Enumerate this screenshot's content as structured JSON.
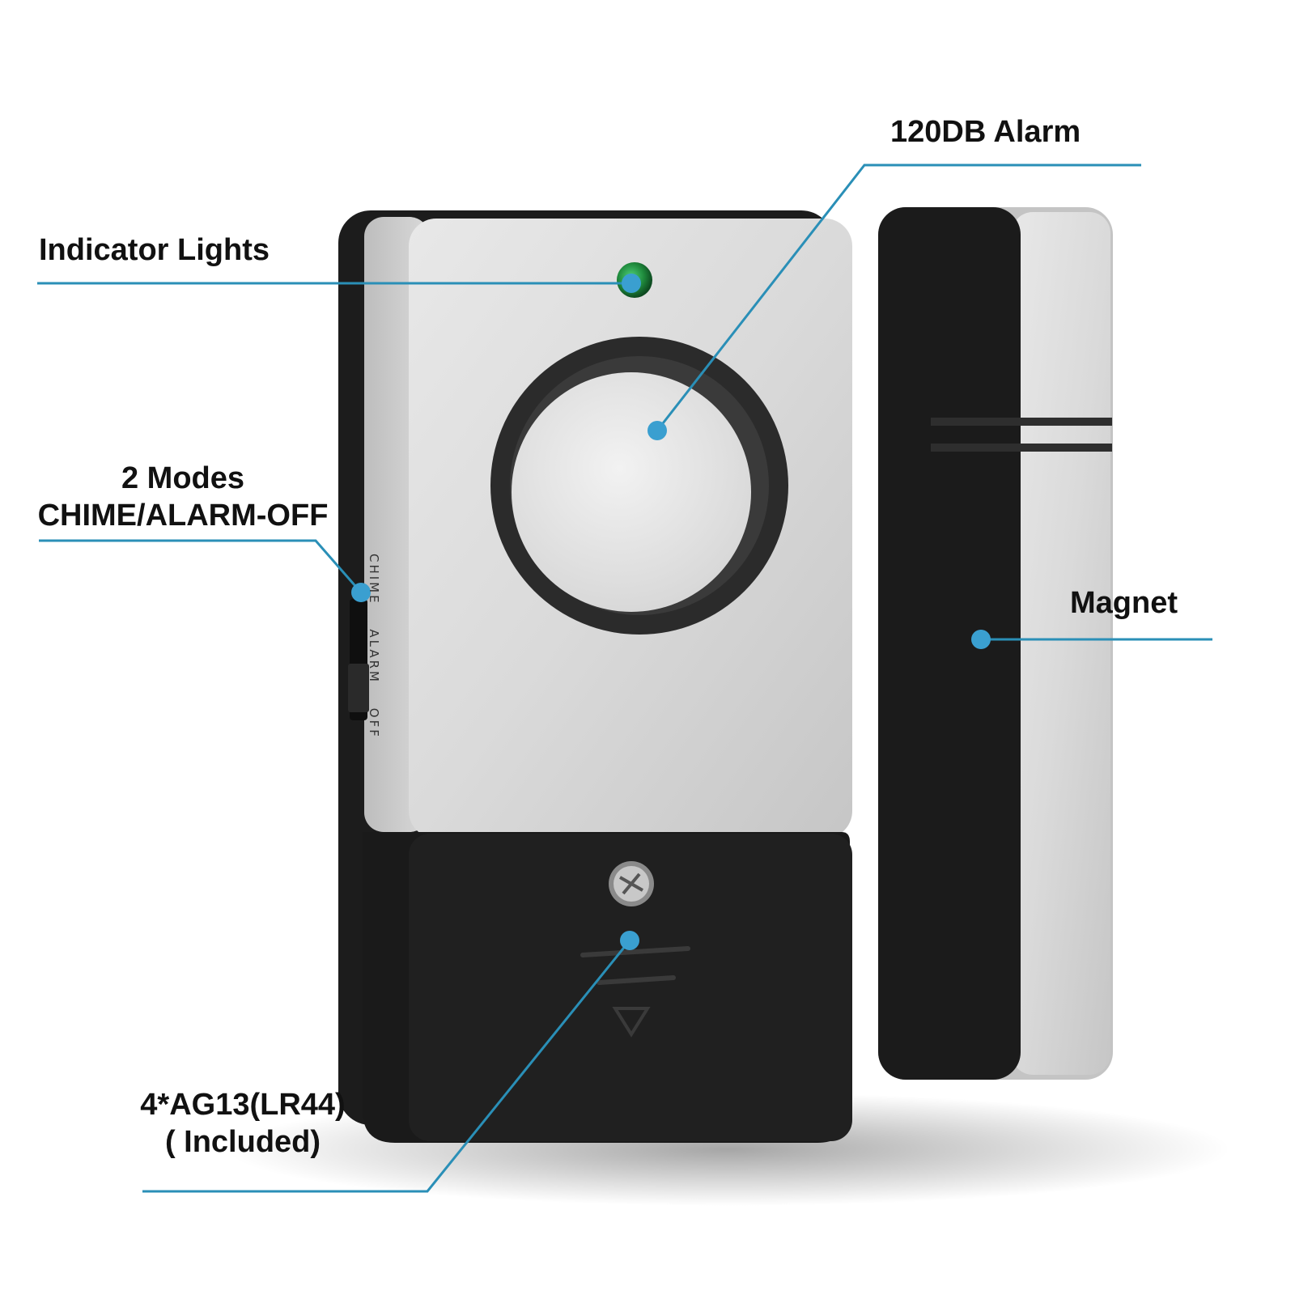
{
  "callouts": {
    "indicator_lights": "Indicator Lights",
    "alarm": "120DB Alarm",
    "modes_line1": "2 Modes",
    "modes_line2": "CHIME/ALARM-OFF",
    "magnet": "Magnet",
    "battery_line1": "4*AG13(LR44)",
    "battery_line2": "( Included)"
  },
  "device_side_labels": [
    "CHIME",
    "ALARM",
    "OFF"
  ],
  "colors": {
    "callout_line": "#2a8fb7",
    "callout_dot": "#3a9fd0",
    "silver_face": "#d9d9d9",
    "black_body": "#1a1a1a",
    "led_green": "#1f8a3c"
  },
  "icons": [
    "screw-icon",
    "battery-cover-arrow-icon",
    "led-indicator-icon"
  ]
}
